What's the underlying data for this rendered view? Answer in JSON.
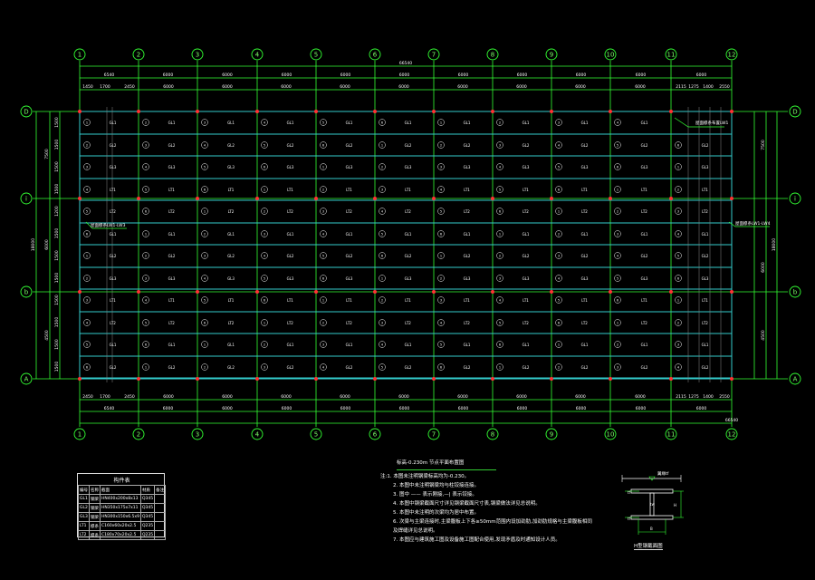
{
  "drawing": {
    "title": "Steel roof framing plan",
    "colors": {
      "grid": "#33ff33",
      "beam": "#33cccc",
      "text": "#ffffff",
      "column": "#ff3333",
      "dim": "#33ff33"
    }
  },
  "axes": {
    "columns": [
      "1",
      "2",
      "3",
      "4",
      "5",
      "6",
      "7",
      "8",
      "9",
      "10",
      "11",
      "12"
    ],
    "rows": [
      "A",
      "b",
      "i",
      "D"
    ]
  },
  "dimensions": {
    "top_total": "66540",
    "top_row1": [
      "6540",
      "6000",
      "6000",
      "6000",
      "6000",
      "6000",
      "6000",
      "6000",
      "6000",
      "6000",
      "6000"
    ],
    "top_row2": [
      "1450",
      "1700",
      "2450",
      "6000",
      "6000",
      "6000",
      "6000",
      "6000",
      "6000",
      "6000",
      "6000",
      "6000",
      "2115",
      "1275",
      "1400",
      "2550"
    ],
    "bottom_row1": [
      "2450",
      "1700",
      "2450",
      "6000",
      "6000",
      "6000",
      "6000",
      "6000",
      "6000",
      "6000",
      "6000",
      "6000",
      "2115",
      "1275",
      "1400",
      "2550"
    ],
    "bottom_row2": [
      "6540",
      "6000",
      "6000",
      "6000",
      "6000",
      "6000",
      "6000",
      "6000",
      "6000",
      "6000",
      "6000"
    ],
    "bottom_total": "66540",
    "left_outer": [
      "18000"
    ],
    "left_mid": [
      "7500",
      "6000",
      "4500"
    ],
    "left_inner": [
      "1500",
      "1500",
      "1500",
      "1500",
      "1200",
      "1500",
      "1500",
      "1500",
      "1500",
      "1500",
      "1500",
      "1500"
    ],
    "right_outer": [
      "18000"
    ],
    "right_mid": [
      "7500",
      "6000",
      "4500"
    ]
  },
  "callouts": {
    "top_right": "屋面檩条布置LW1",
    "left": "屋面檩条LW1-LW3",
    "right": "屋面檩条LW1-LW4"
  },
  "member_labels": [
    "GL1",
    "GL2",
    "GL3",
    "LT1",
    "LT2",
    "1",
    "2",
    "3",
    "4",
    "5",
    "6"
  ],
  "notes": {
    "title": "标高-0.230m 节点平面布置图",
    "items": [
      "注:1. 本图未注明钢梁标高均为-0.230。",
      "2. 本图中未注明钢梁均与柱铰接连接。",
      "3. 图中 —— 表示刚接,—| 表示铰接。",
      "4. 本图中钢梁截面尺寸详见钢梁截面尺寸表,钢梁做法详见总说明。",
      "5. 本图中未注明的次梁均为居中布置。",
      "6. 次梁与主梁连接时,主梁腹板上下各≥50mm范围内设加劲肋,加劲肋规格与主梁腹板相同",
      "及焊缝详见总说明。",
      "7. 本图应与建筑施工图及设备施工图配合使用,发现矛盾及时通知设计人员。"
    ]
  },
  "schedule": {
    "title": "构件表",
    "headers": [
      "编号",
      "名称",
      "截面",
      "材质",
      "备注"
    ],
    "rows": [
      [
        "GL1",
        "钢梁",
        "HN400x200x8x13",
        "Q345",
        ""
      ],
      [
        "GL2",
        "钢梁",
        "HN350x175x7x11",
        "Q345",
        ""
      ],
      [
        "GL3",
        "钢梁",
        "HN300x150x6.5x9",
        "Q345",
        ""
      ],
      [
        "LT1",
        "檩条",
        "C160x60x20x2.5",
        "Q235",
        ""
      ],
      [
        "LT2",
        "檩条",
        "C180x70x20x2.5",
        "Q235",
        ""
      ]
    ]
  },
  "section": {
    "caption": "H型钢截面图",
    "top_label": "翼缘tf",
    "labels": {
      "b": "B",
      "h": "H",
      "tw": "tw",
      "tf_top": "tf",
      "tf_bot": "tf"
    }
  }
}
